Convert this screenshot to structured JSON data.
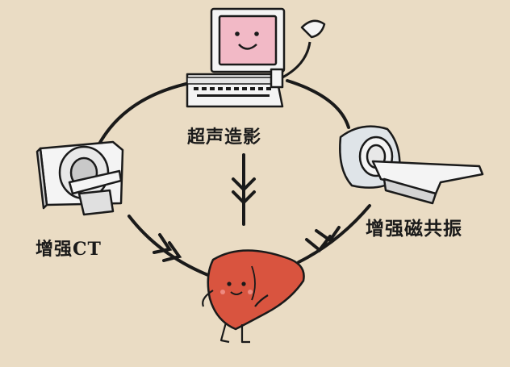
{
  "labels": {
    "ultrasound": "超声造影",
    "ct": "增强CT",
    "mri": "增强磁共振"
  },
  "colors": {
    "background": "#eadcc4",
    "line": "#1a1a1a",
    "liver": "#d9543f",
    "screen": "#f2b9c6",
    "machine": "#f4f4f4",
    "shadow": "#c9c9c9"
  },
  "icons": [
    "ultrasound-machine-icon",
    "ct-scanner-icon",
    "mri-scanner-icon",
    "liver-character-icon"
  ]
}
